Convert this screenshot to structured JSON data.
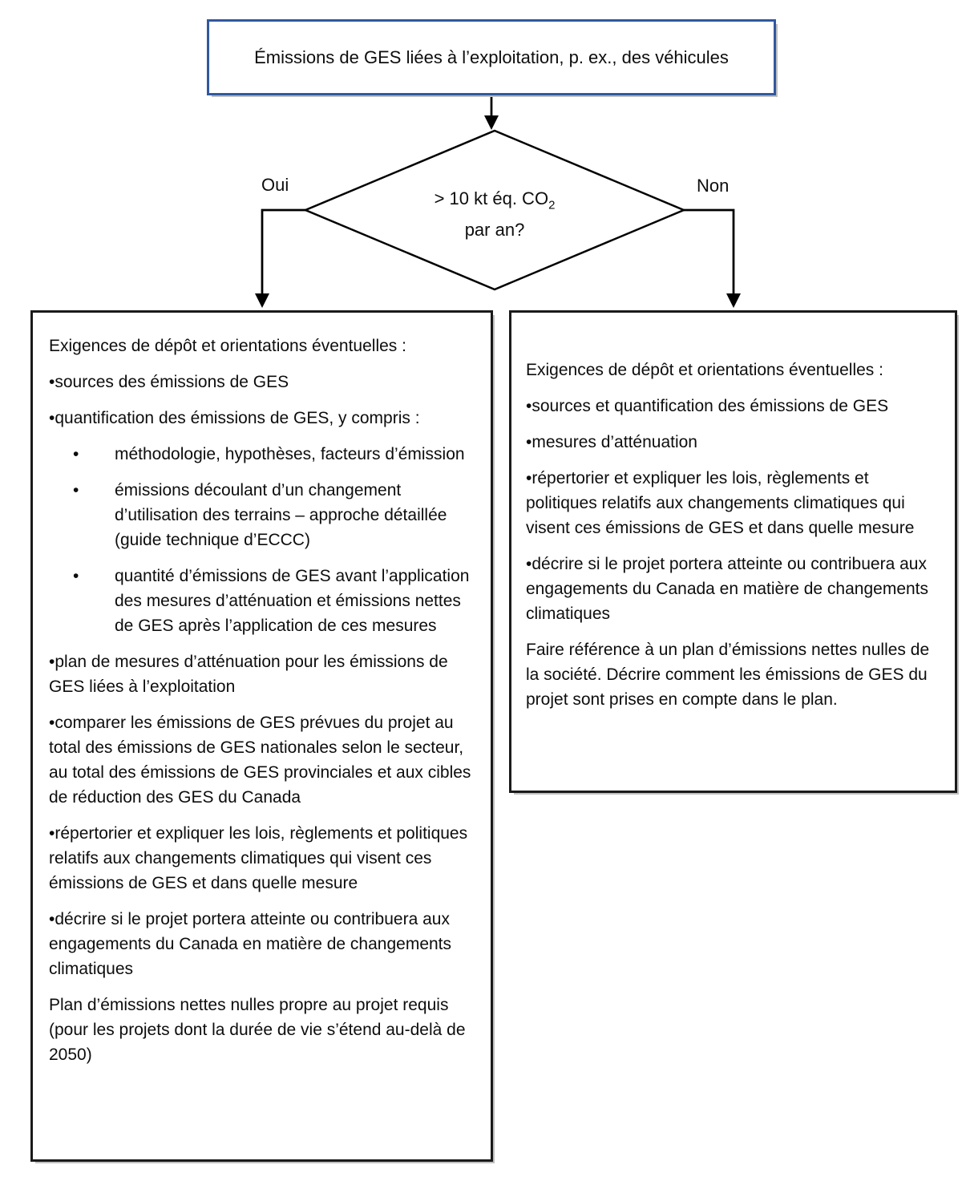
{
  "title_box": {
    "text": "Émissions de GES liées à l’exploitation, p. ex., des véhicules"
  },
  "decision": {
    "line1": "> 10 kt éq. CO",
    "line1_sub": "2",
    "line2": "par an?",
    "yes_label": "Oui",
    "no_label": "Non"
  },
  "bullet_glyph": "•",
  "left_box": {
    "paragraphs": [
      {
        "type": "plain",
        "text": "Exigences de dépôt et orientations éventuelles :"
      },
      {
        "type": "bullet",
        "text": "•sources des émissions de GES"
      },
      {
        "type": "bullet",
        "text": "•quantification des émissions de GES, y compris :"
      },
      {
        "type": "sub",
        "text": "méthodologie, hypothèses, facteurs d’émission"
      },
      {
        "type": "sub",
        "text": "émissions découlant d’un changement d’utilisation des terrains – approche détaillée (guide technique d’ECCC)"
      },
      {
        "type": "sub",
        "text": "quantité d’émissions de GES avant l’application des mesures d’atténuation et émissions nettes de GES après l’application de ces mesures"
      },
      {
        "type": "bullet",
        "text": "•plan de mesures d’atténuation pour les émissions de GES liées à l’exploitation"
      },
      {
        "type": "bullet",
        "text": "•comparer les émissions de GES prévues du projet au total des émissions de GES nationales selon le secteur, au total des émissions de GES provinciales et aux cibles de réduction des GES du Canada"
      },
      {
        "type": "bullet",
        "text": "•répertorier et expliquer les lois, règlements et politiques relatifs aux changements climatiques qui visent ces émissions de GES et dans quelle mesure"
      },
      {
        "type": "bullet",
        "text": "•décrire si le projet portera atteinte ou contribuera aux engagements du Canada en matière de changements climatiques"
      },
      {
        "type": "plain",
        "text": "Plan d’émissions nettes nulles propre au projet requis (pour les projets dont la durée de vie s’étend au-delà de 2050)"
      }
    ]
  },
  "right_box": {
    "paragraphs": [
      {
        "type": "plain",
        "text": "Exigences de dépôt et orientations éventuelles :"
      },
      {
        "type": "bullet",
        "text": "•sources et quantification des émissions de GES"
      },
      {
        "type": "bullet",
        "text": "•mesures d’atténuation"
      },
      {
        "type": "bullet",
        "text": "•répertorier et expliquer les lois, règlements et politiques relatifs aux changements climatiques qui visent ces émissions de GES et dans quelle mesure"
      },
      {
        "type": "bullet",
        "text": "•décrire si le projet portera atteinte ou contribuera aux engagements du Canada en matière de changements climatiques"
      },
      {
        "type": "plain",
        "text": "Faire référence à un plan d’émissions nettes nulles de la société. Décrire comment les émissions de GES du projet sont prises en compte dans le plan."
      }
    ]
  },
  "colors": {
    "title_box_border": "#30599e",
    "flow_box_border": "#1a1a1a",
    "line_color": "#000000",
    "text_color": "#0d0d0d",
    "background": "#ffffff"
  }
}
